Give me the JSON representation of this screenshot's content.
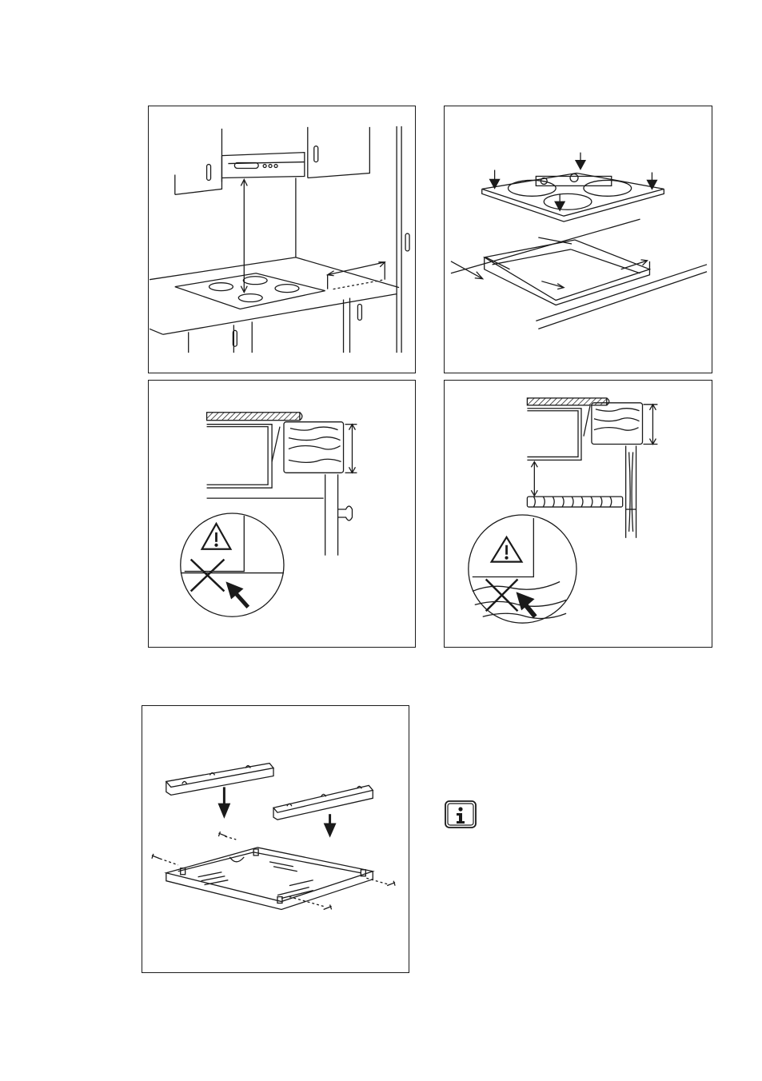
{
  "page": {
    "figures": [
      {
        "id": "fig-1",
        "subject": "hob-under-cooker-hood"
      },
      {
        "id": "fig-2",
        "subject": "hob-into-worktop-cutout"
      },
      {
        "id": "fig-3",
        "subject": "worktop-clearance-warning"
      },
      {
        "id": "fig-4",
        "subject": "bottom-shelf-clearance-warning"
      },
      {
        "id": "fig-5",
        "subject": "protection-box-assembly"
      }
    ],
    "icons": [
      "warning-triangle-icon",
      "cross-icon",
      "arrow-icon",
      "info-icon"
    ]
  },
  "colors": {
    "line": "#1a1a1a",
    "background": "#ffffff"
  }
}
